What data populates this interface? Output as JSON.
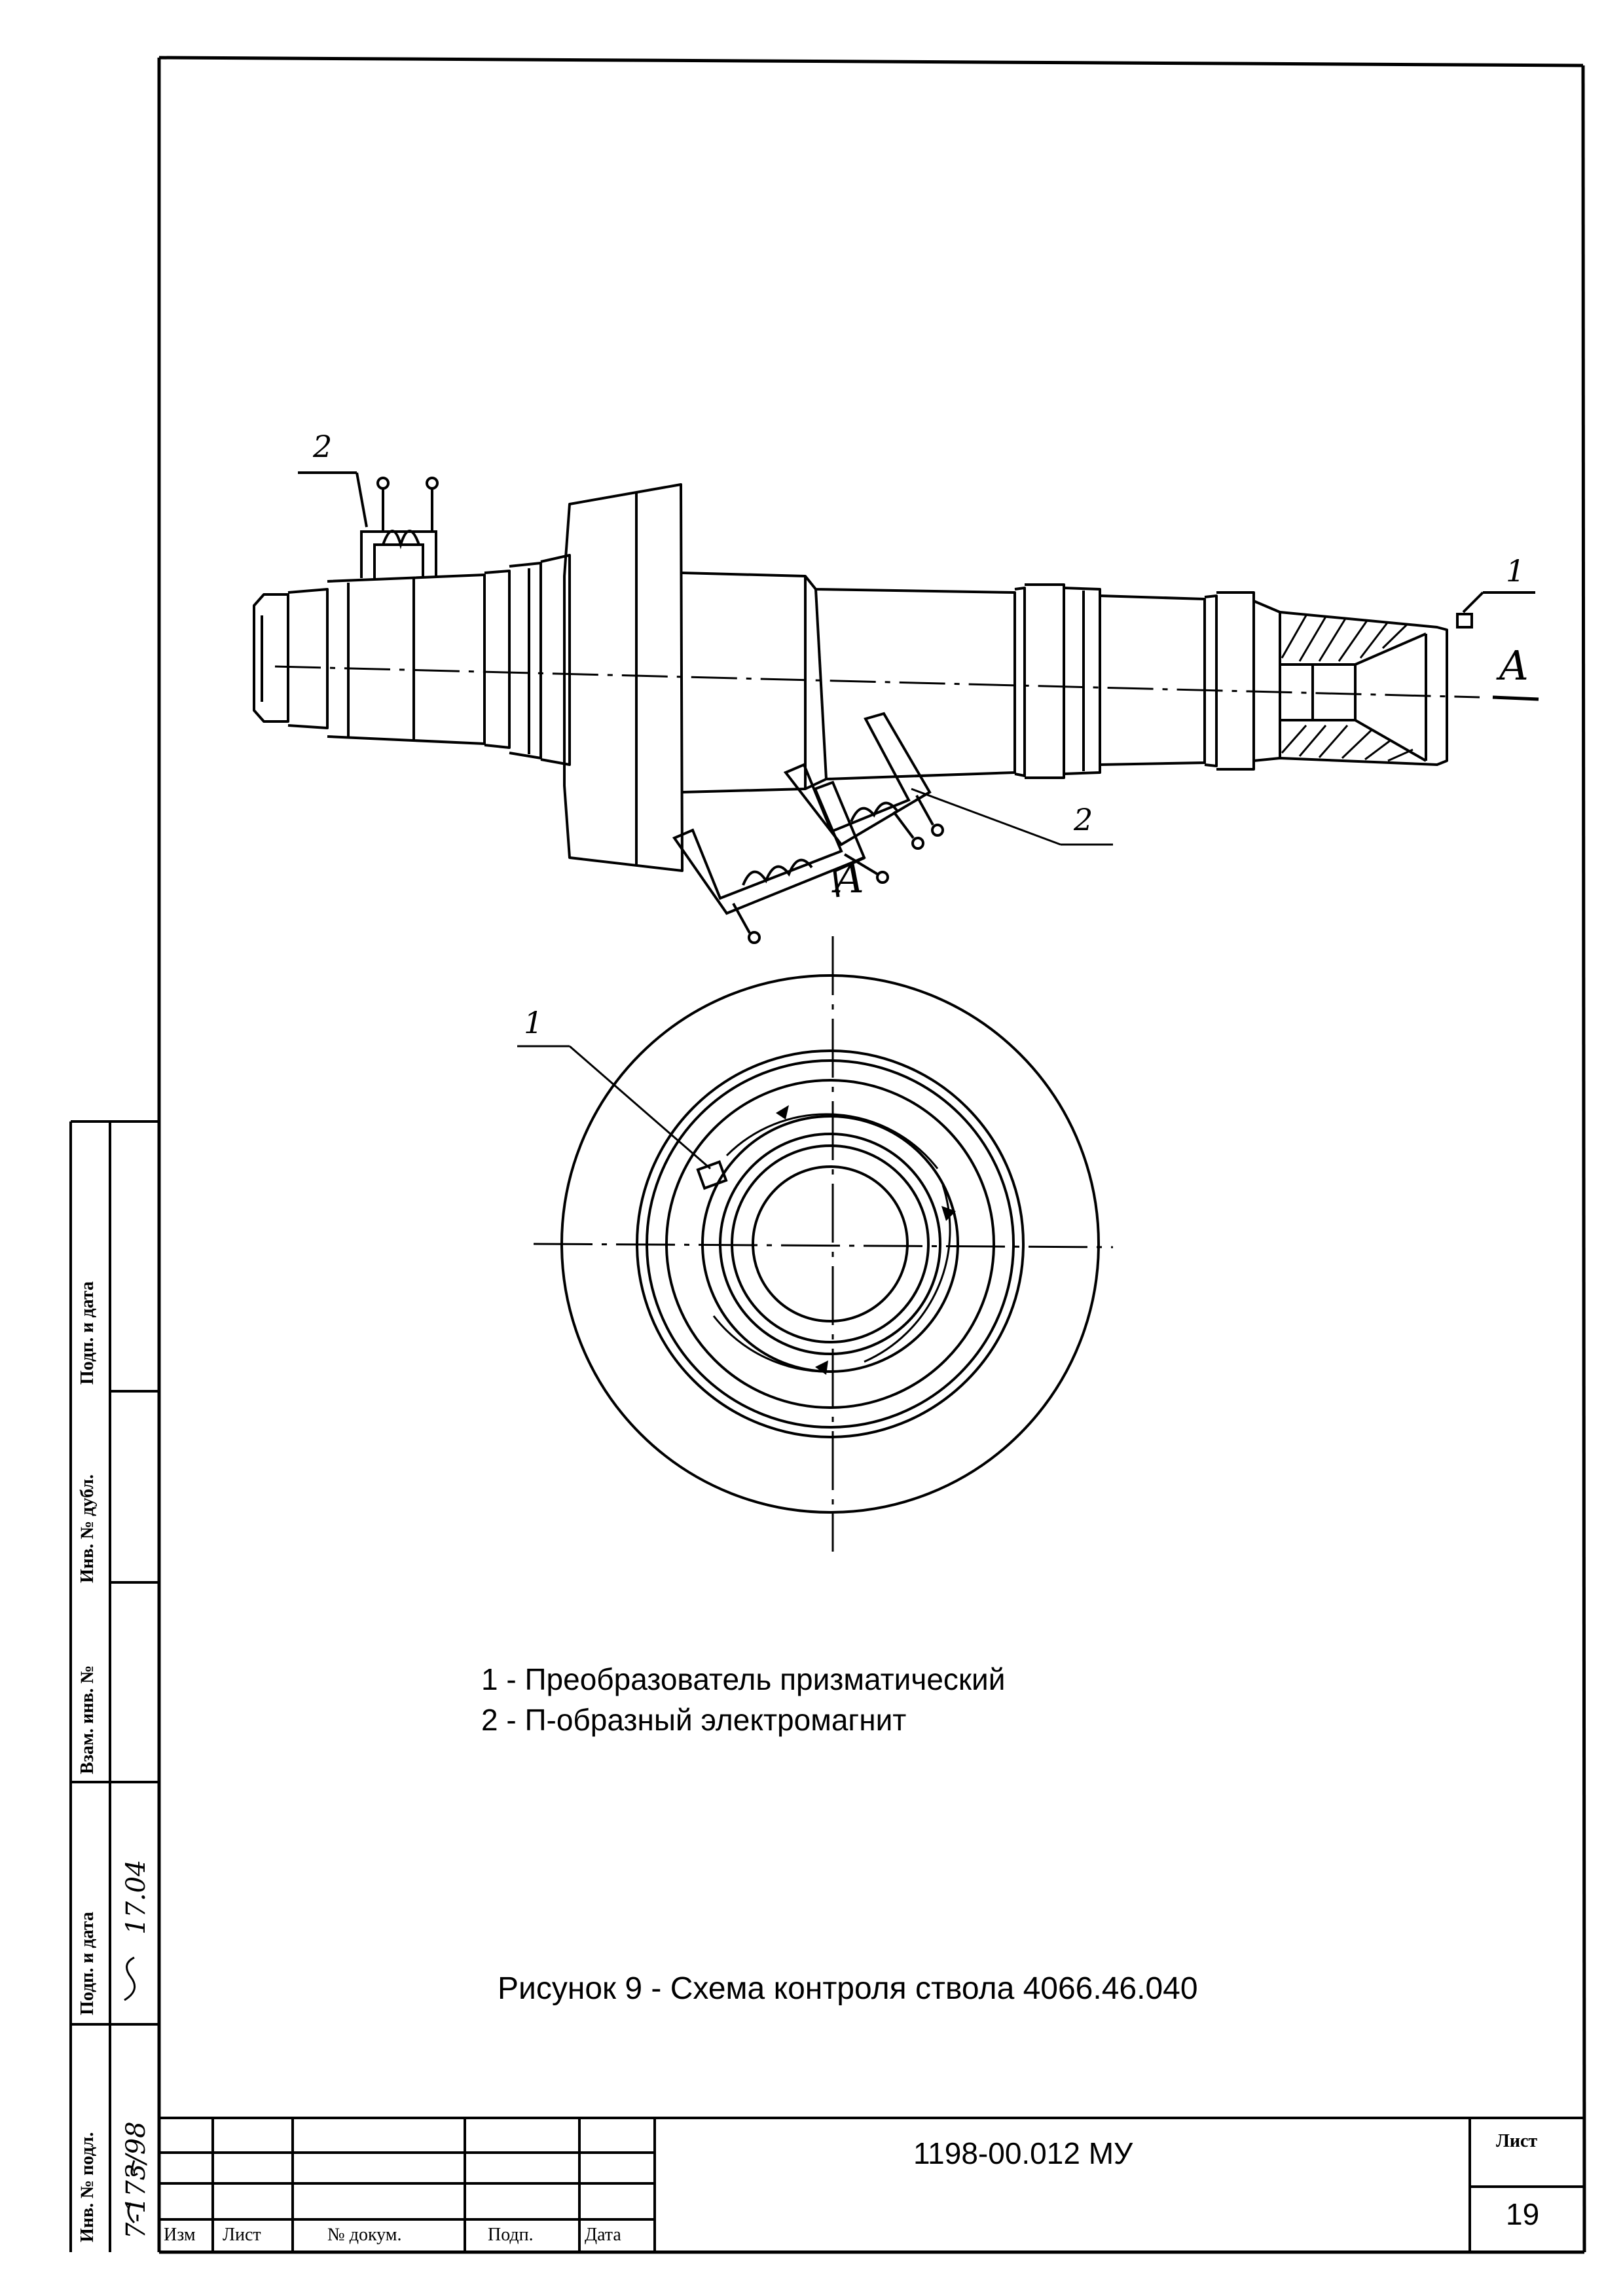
{
  "legend": {
    "item1": "1 - Преобразователь призматический",
    "item2": "2 - П-образный электромагнит"
  },
  "caption": "Рисунок 9 - Схема контроля ствола 4066.46.040",
  "drawing_labels": {
    "callout_1": "1",
    "callout_2": "2",
    "section": "A"
  },
  "title_block": {
    "designation": "1198-00.012 МУ",
    "sheet_label": "Лист",
    "sheet_number": "19",
    "headers": [
      "Изм",
      "Лист",
      "№ докум.",
      "Подп.",
      "Дата"
    ]
  },
  "side_stamp": {
    "fields": [
      "Инв. № подл.",
      "Подп. и дата",
      "Взам. инв. №",
      "Инв. № дубл.",
      "Подп. и дата"
    ],
    "inv_number": "7-173/98",
    "signature_date": "17.04"
  }
}
